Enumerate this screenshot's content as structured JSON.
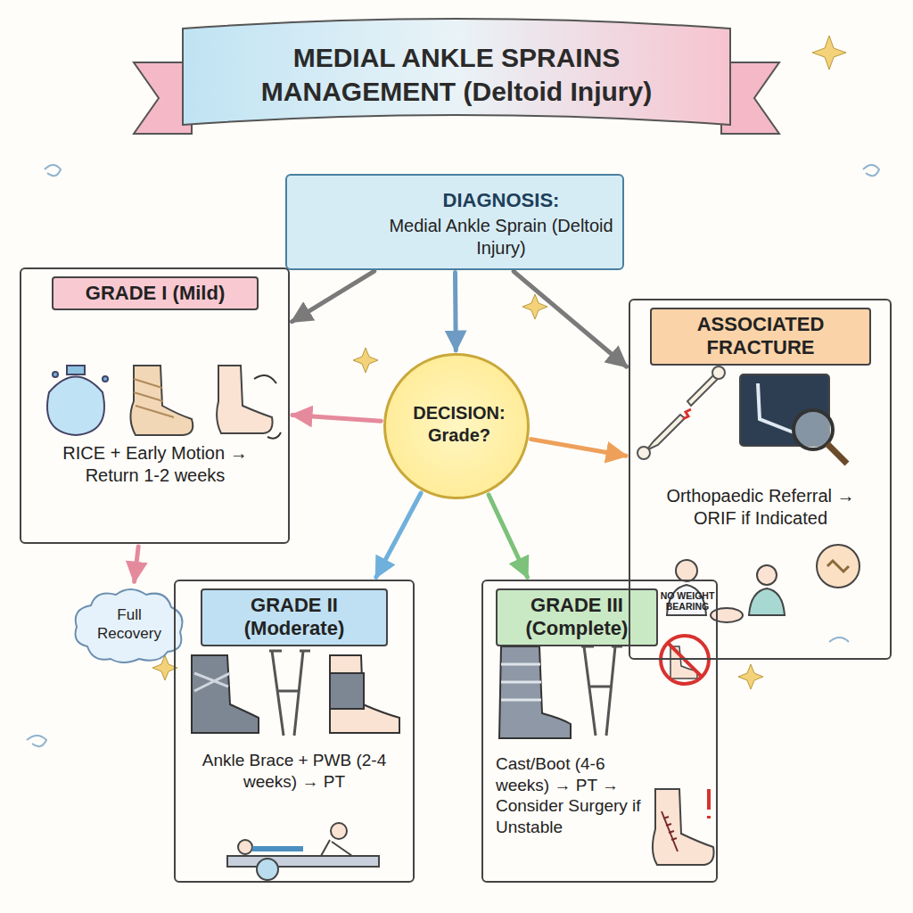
{
  "diagram": {
    "title": "MEDIAL ANKLE SPRAINS MANAGEMENT (Deltoid Injury)",
    "nodes": [
      {
        "text": [
          "DIAGNOSIS:",
          "Medial Ankle Sprain (Deltoid Injury)"
        ]
      },
      {
        "text": [
          "DECISION: Grade?"
        ]
      },
      {
        "text": [
          "GRADE I (Mild)",
          "RICE + Early Motion → Return 1-2 weeks"
        ]
      },
      {
        "text": [
          "Full Recovery"
        ]
      },
      {
        "text": [
          "GRADE II (Moderate)",
          "Ankle Brace + PWB (2-4 weeks) → PT"
        ]
      },
      {
        "text": [
          "GRADE III (Complete)",
          "Cast/Boot (4-6 weeks) → PT → Consider Surgery if Unstable"
        ]
      },
      {
        "text": [
          "ASSOCIATED FRACTURE",
          "Orthopaedic Referral → ORIF if Indicated"
        ]
      }
    ],
    "edges": [
      {
        "from": 0,
        "to": 1,
        "arrow": "to"
      },
      {
        "from": 0,
        "to": 2,
        "arrow": "to"
      },
      {
        "from": 0,
        "to": 6,
        "arrow": "to"
      },
      {
        "from": 1,
        "to": 2,
        "arrow": "to"
      },
      {
        "from": 1,
        "to": 4,
        "arrow": "to"
      },
      {
        "from": 1,
        "to": 5,
        "arrow": "to"
      },
      {
        "from": 1,
        "to": 6,
        "arrow": "to"
      },
      {
        "from": 2,
        "to": 3,
        "arrow": "to"
      }
    ],
    "labels": [
      "NO WEIGHT BEARING"
    ]
  }
}
